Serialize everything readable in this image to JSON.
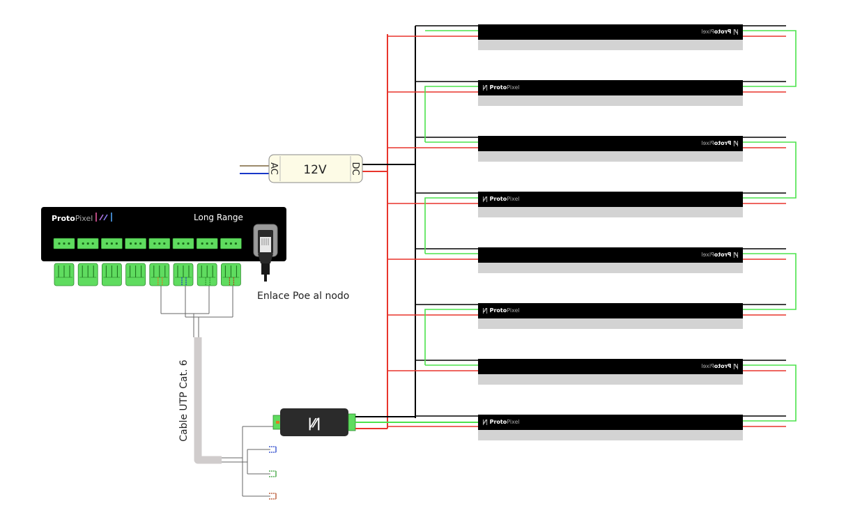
{
  "brand": {
    "name_bold": "Proto",
    "name_light": "Pixel",
    "logo_glyph": "|⁄⁄|"
  },
  "controller": {
    "brand_bold": "Proto",
    "brand_light": "Pixel",
    "model": "Long Range",
    "port_count": 8,
    "poe_label": "Enlace Poe al nodo"
  },
  "power_supply": {
    "in_label": "AC",
    "voltage": "12V",
    "out_label": "DC"
  },
  "cable": {
    "label": "Cable UTP Cat. 6"
  },
  "receiver": {
    "logo": "|⁄⁄|"
  },
  "strips": {
    "count": 8
  },
  "colors": {
    "black": "#000000",
    "red": "#e8342b",
    "green": "#4be34b",
    "terminal_green": "#5fdc5f",
    "psu_fill": "#fdfbe6",
    "strip_shadow": "#d3d3d3",
    "cable_gray": "#d0cccc",
    "blue": "#1838c8",
    "brown": "#9b8a6a"
  }
}
